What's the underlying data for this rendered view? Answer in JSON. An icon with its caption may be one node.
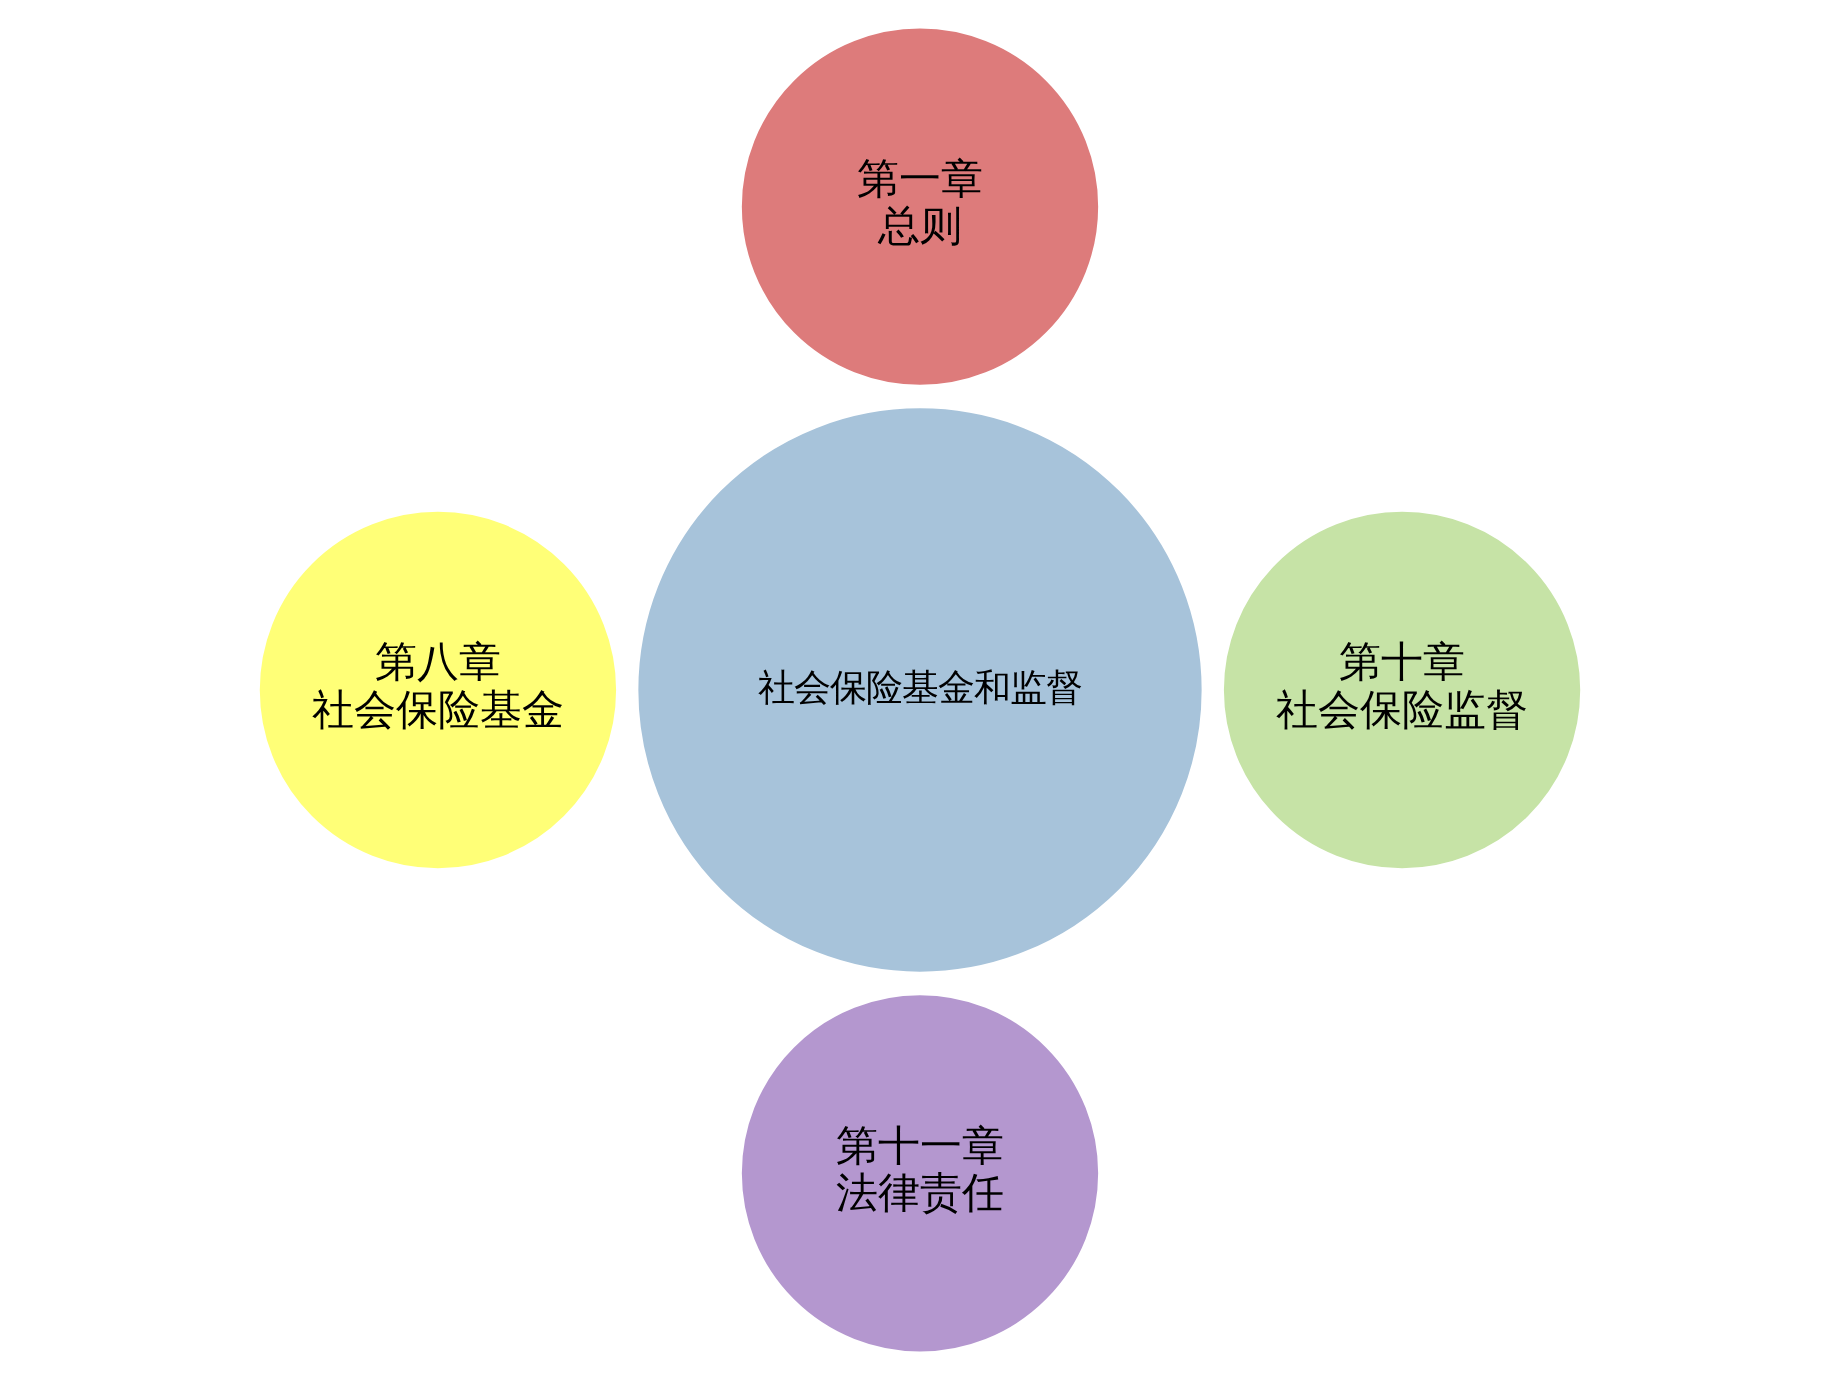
{
  "diagram": {
    "nodes": [
      {
        "text": [
          "第一章",
          "总则"
        ]
      },
      {
        "text": [
          "第八章",
          "社会保险基金"
        ]
      },
      {
        "text": [
          "社会保险基金和监督"
        ]
      },
      {
        "text": [
          "第十章",
          "社会保险监督"
        ]
      },
      {
        "text": [
          "第十一章",
          "法律责任"
        ]
      }
    ],
    "edges": []
  }
}
